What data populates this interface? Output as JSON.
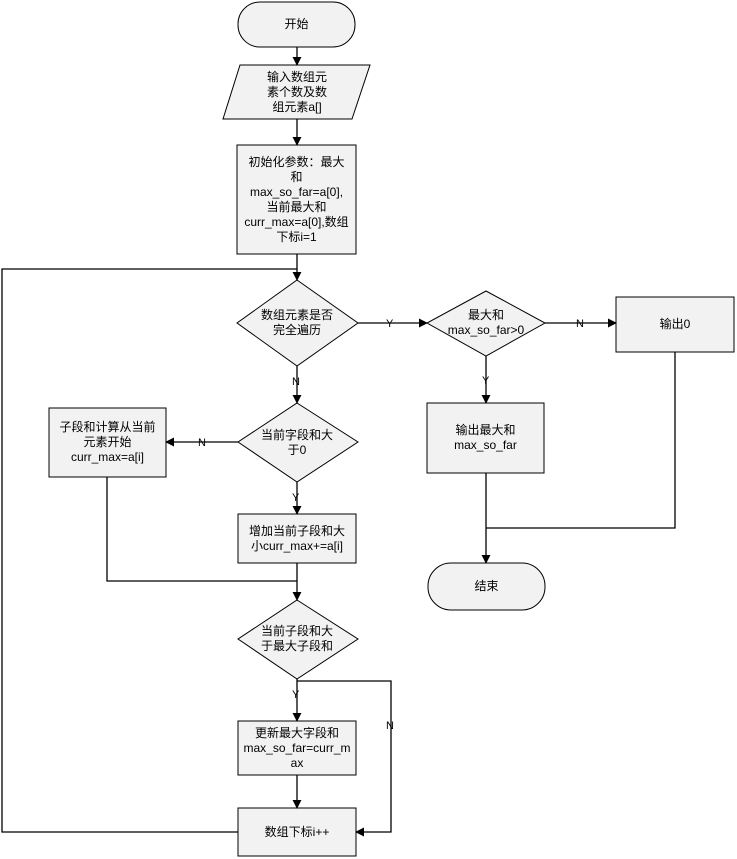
{
  "diagram": {
    "colors": {
      "fill": "#f2f2f2",
      "stroke": "#000000",
      "line": "#000000"
    },
    "nodes": {
      "start": "开始",
      "input": "输入数组元\n素个数及数\n组元素a[]",
      "init": "初始化参数：最大\n和\nmax_so_far=a[0],\n当前最大和\ncurr_max=a[0],数组\n下标i=1",
      "traversed": "数组元素是否\n完全遍历",
      "max_positive": "最大和\nmax_so_far>0",
      "output_zero": "输出0",
      "output_max": "输出最大和\nmax_so_far",
      "end": "结束",
      "sum_positive": "当前字段和大\n于0",
      "reset_sum": "子段和计算从当前\n元素开始\ncurr_max=a[i]",
      "add_sum": "增加当前子段和大\n小curr_max+=a[i]",
      "greater_than_max": "当前子段和大\n于最大子段和",
      "update_max": "更新最大字段和\nmax_so_far=curr_m\nax",
      "increment": "数组下标i++"
    },
    "edge_labels": {
      "traversed_yes": "Y",
      "traversed_no": "N",
      "max_positive_yes": "Y",
      "max_positive_no": "N",
      "sum_positive_yes": "Y",
      "sum_positive_no": "N",
      "greater_yes": "Y",
      "greater_no": "N"
    }
  }
}
